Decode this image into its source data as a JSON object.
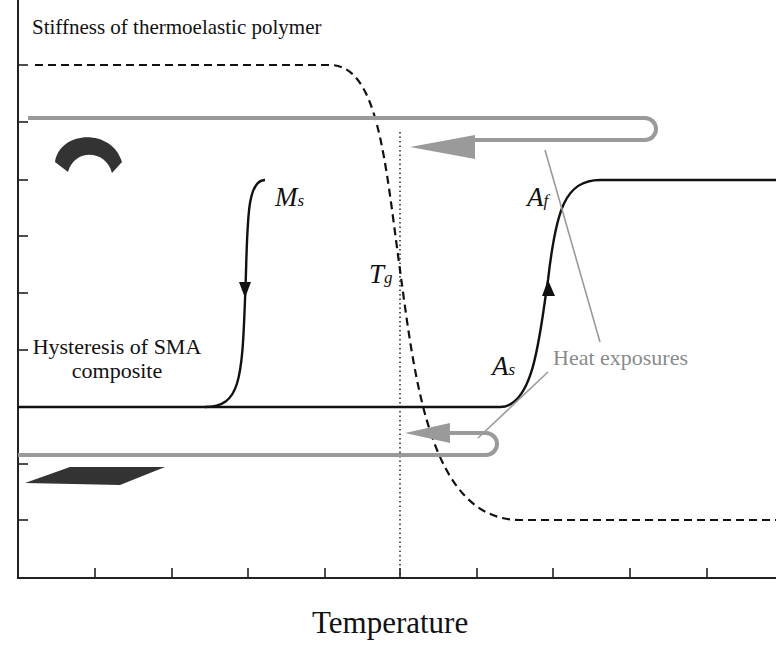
{
  "diagram": {
    "labels": [
      "Stiffness of thermoelastic polymer",
      "Ms",
      "Af",
      "Tg",
      "As",
      "Hysteresis of SMA composite",
      "Heat exposures",
      "Temperature"
    ]
  }
}
